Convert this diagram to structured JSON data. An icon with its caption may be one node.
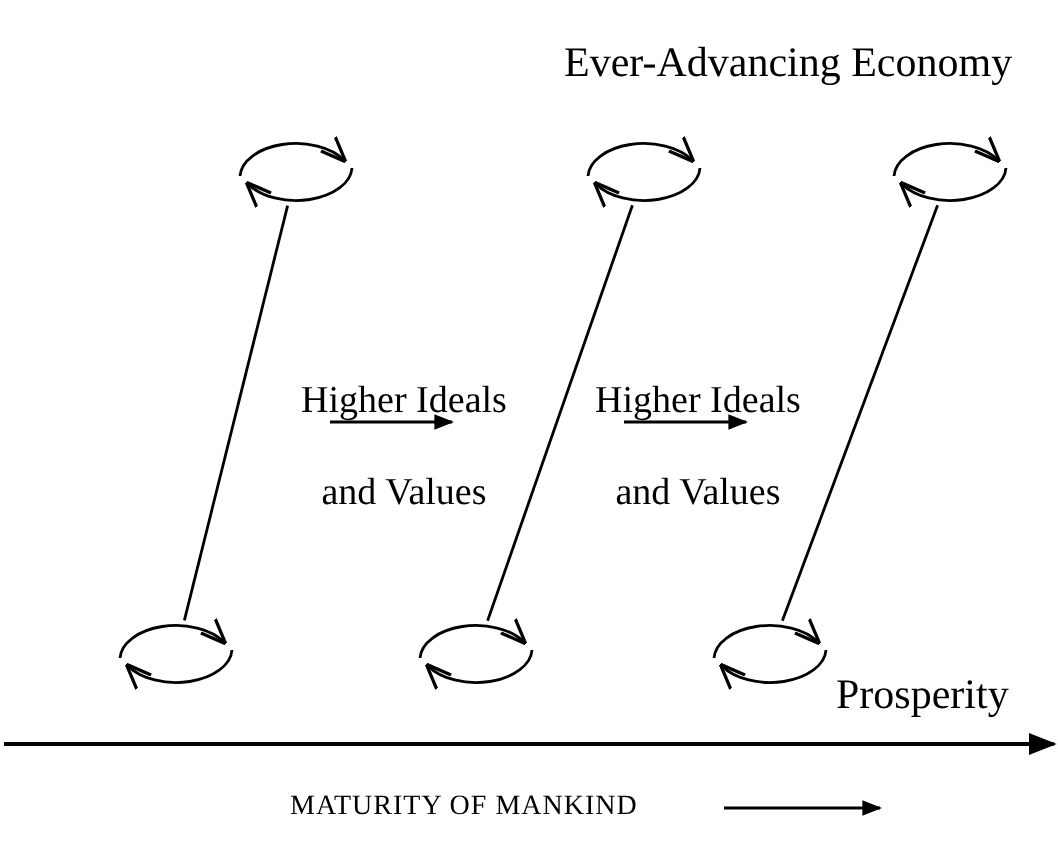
{
  "diagram": {
    "title": "Ever-Advancing Economy",
    "nodes": [
      {
        "text": [],
        "shape": "circle"
      },
      {
        "text": [],
        "shape": "circle"
      },
      {
        "text": [],
        "shape": "circle"
      },
      {
        "text": [],
        "shape": "circle"
      },
      {
        "text": [],
        "shape": "circle"
      },
      {
        "text": [],
        "shape": "circle"
      }
    ],
    "edges": [
      {
        "from": 0,
        "to": 3,
        "arrow": "none"
      },
      {
        "from": 1,
        "to": 4,
        "arrow": "none"
      },
      {
        "from": 2,
        "to": 5,
        "arrow": "none"
      }
    ],
    "labels": [
      "Higher Ideals and Values",
      "Higher Ideals and Values",
      "Prosperity",
      "MATURITY OF MANKIND"
    ]
  }
}
